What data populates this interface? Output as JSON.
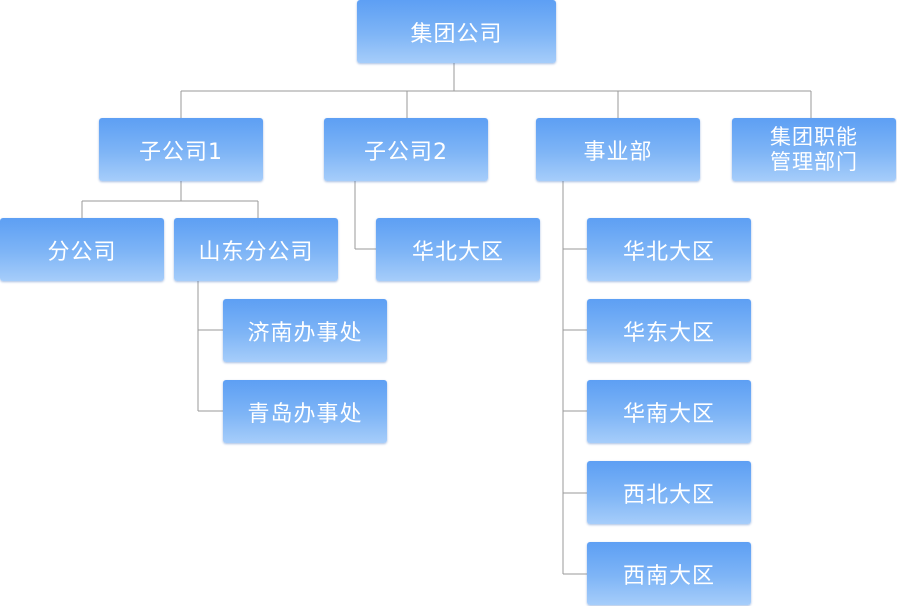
{
  "org_chart": {
    "root": {
      "label": "集团公司"
    },
    "level1": [
      {
        "label": "子公司1"
      },
      {
        "label": "子公司2"
      },
      {
        "label": "事业部"
      },
      {
        "label_line1": "集团职能",
        "label_line2": "管理部门"
      }
    ],
    "subsidiary1_children": [
      {
        "label": "分公司"
      },
      {
        "label": "山东分公司"
      }
    ],
    "shandong_children": [
      {
        "label": "济南办事处"
      },
      {
        "label": "青岛办事处"
      }
    ],
    "subsidiary2_children": [
      {
        "label": "华北大区"
      }
    ],
    "division_children": [
      {
        "label": "华北大区"
      },
      {
        "label": "华东大区"
      },
      {
        "label": "华南大区"
      },
      {
        "label": "西北大区"
      },
      {
        "label": "西南大区"
      }
    ]
  }
}
